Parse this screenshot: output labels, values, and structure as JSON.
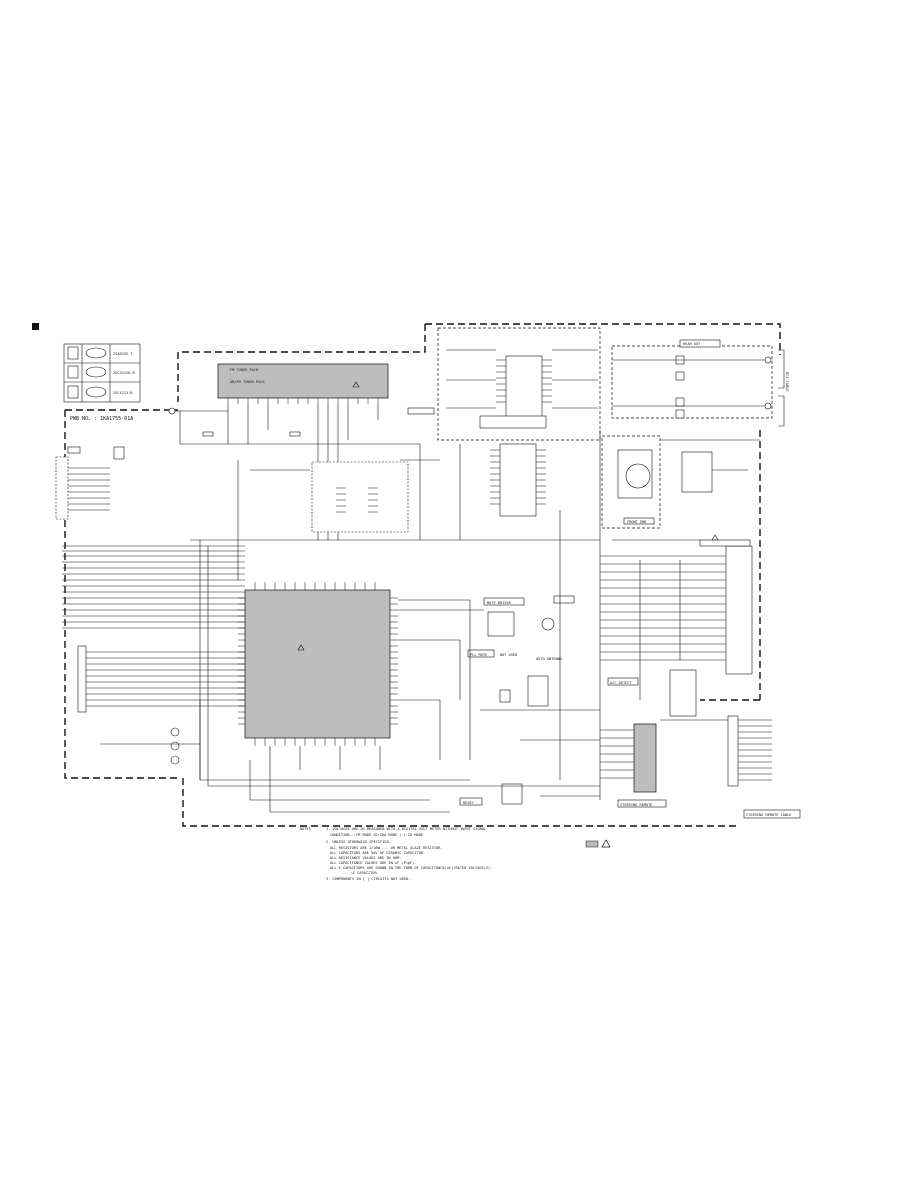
{
  "legend": {
    "rows": [
      {
        "part": "2SA933S-T"
      },
      {
        "part": "2SC2412K-R"
      },
      {
        "part": "2SC4213-B"
      }
    ]
  },
  "pwb_label": "PWB NO. : 1KA1755-01A",
  "blocks": {
    "tuner_pack": [
      "FM TUNER PACK",
      "AM/FM TUNER PACK"
    ],
    "mute_driver": "MUTE DRIVER",
    "pll_mute": "PLL MUTE",
    "reset": "RESET",
    "acc_detect": "ACC DETECT",
    "steering_remote": "STEERING REMOTE",
    "auto_antenna": "AUTO ANTENNA",
    "not_used": "NOT USED",
    "front_end": "FRONT END",
    "rear_out": "REAR OUT",
    "rca_cable": "RCA CABLE",
    "remote_cable": "STEERING REMOTE CABLE"
  },
  "notes": {
    "title": "NOTES",
    "lines": [
      "1. VOLTAGES ARE DC-MEASURED WITH A DIGITAL VOLT METER WITHOUT INPUT SIGNAL",
      "CONDITION---FM MODE  CD:CD# MODE  ( ):CD MODE",
      "2. UNLESS OTHERWISE SPECIFIED,",
      "ALL RESISTORS ARE 1/16W --- OR METAL GLAZE RESISTOR.",
      "ALL CAPACITORS ARE 50V OF CERAMIC CAPACITOR.",
      "ALL RESISTANCE VALUES ARE IN OHM.",
      "ALL CAPACITANCE VALUES ARE IN uF (P=pF).",
      "ALL E CAPACITORS ARE SHOWN IN THE FORM OF CAPACITANCE(uF)/RATED VOLTAGE(V).",
      "--- :E CAPACITOR",
      "3. COMPONENTS IN  [ ] CIRCUITS NOT USED."
    ]
  },
  "colors": {
    "ink": "#111111",
    "chip_fill": "#bdbdbd",
    "paper": "#ffffff"
  }
}
